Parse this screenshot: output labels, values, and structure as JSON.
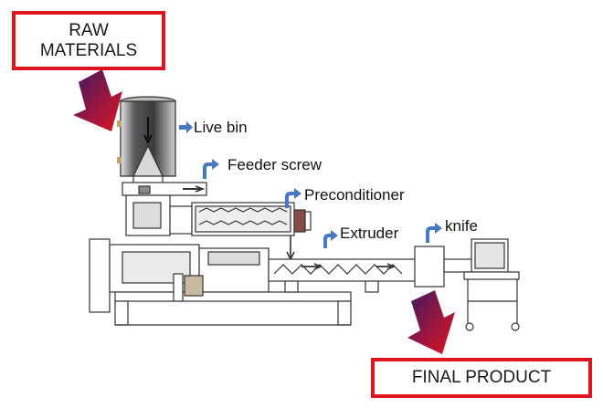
{
  "labels": {
    "raw_materials_line1": "RAW",
    "raw_materials_line2": "MATERIALS",
    "final_product": "FINAL PRODUCT",
    "live_bin": "Live bin",
    "feeder_screw": "Feeder screw",
    "preconditioner": "Preconditioner",
    "extruder": "Extruder",
    "knife": "knife"
  },
  "colors": {
    "box_border": "#e0141e",
    "pointer_blue": "#4a78c0",
    "big_arrow_dark": "#3b1a5e",
    "big_arrow_red": "#e0141e",
    "machine_line": "#333333"
  },
  "icons": {
    "big_arrow": "gradient-down-right-arrow-icon",
    "pointer": "curved-pointer-arrow-icon"
  }
}
